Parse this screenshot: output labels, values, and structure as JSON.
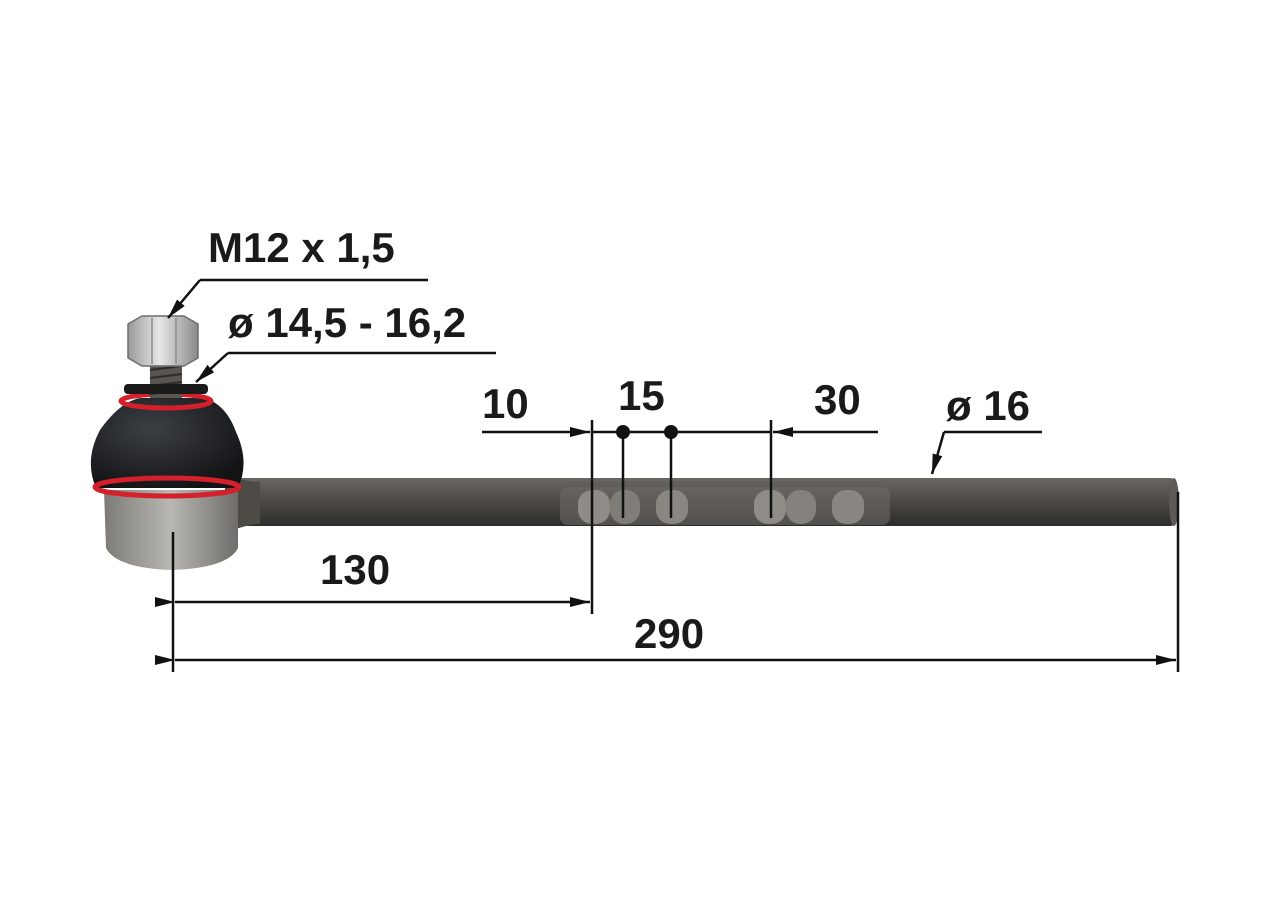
{
  "labels": {
    "thread": "M12 x 1,5",
    "ball_pin_diameter": "ø 14,5 - 16,2",
    "offset_10": "10",
    "slot_15": "15",
    "slot_30": "30",
    "rod_diameter": "ø 16",
    "length_130": "130",
    "length_290": "290"
  },
  "colors": {
    "rod": "#4a4845",
    "rubber_boot": "#1d1f22",
    "seal_ring": "#d4202a",
    "housing": "#8c8a86",
    "nut": "#c8c8c8",
    "dimension_line": "#111111"
  }
}
